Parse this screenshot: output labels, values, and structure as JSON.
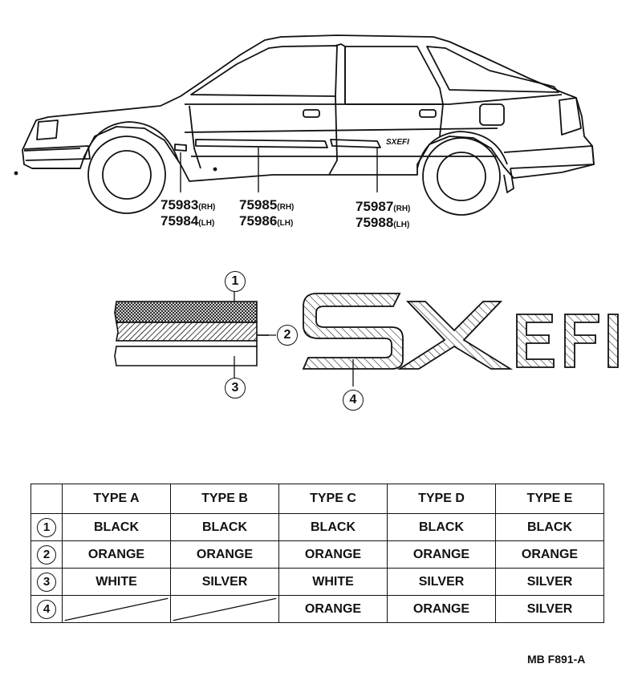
{
  "part_numbers": [
    {
      "id": "pn-75983",
      "number": "75983",
      "side": "(RH)"
    },
    {
      "id": "pn-75984",
      "number": "75984",
      "side": "(LH)"
    },
    {
      "id": "pn-75985",
      "number": "75985",
      "side": "(RH)"
    },
    {
      "id": "pn-75986",
      "number": "75986",
      "side": "(LH)"
    },
    {
      "id": "pn-75987",
      "number": "75987",
      "side": "(RH)"
    },
    {
      "id": "pn-75988",
      "number": "75988",
      "side": "(LH)"
    }
  ],
  "emblem": {
    "text_s": "S",
    "text_x": "X",
    "text_efi": "EFI",
    "car_badge": "SXEFI"
  },
  "callouts": [
    "1",
    "2",
    "3",
    "4"
  ],
  "table": {
    "headers": [
      "TYPE A",
      "TYPE B",
      "TYPE C",
      "TYPE D",
      "TYPE E"
    ],
    "rows": [
      {
        "index": "1",
        "cells": [
          "BLACK",
          "BLACK",
          "BLACK",
          "BLACK",
          "BLACK"
        ]
      },
      {
        "index": "2",
        "cells": [
          "ORANGE",
          "ORANGE",
          "ORANGE",
          "ORANGE",
          "ORANGE"
        ]
      },
      {
        "index": "3",
        "cells": [
          "WHITE",
          "SILVER",
          "WHITE",
          "SILVER",
          "SILVER"
        ]
      },
      {
        "index": "4",
        "cells": [
          "",
          "",
          "ORANGE",
          "ORANGE",
          "SILVER"
        ]
      }
    ]
  },
  "drawing_code": "MB F891-A"
}
